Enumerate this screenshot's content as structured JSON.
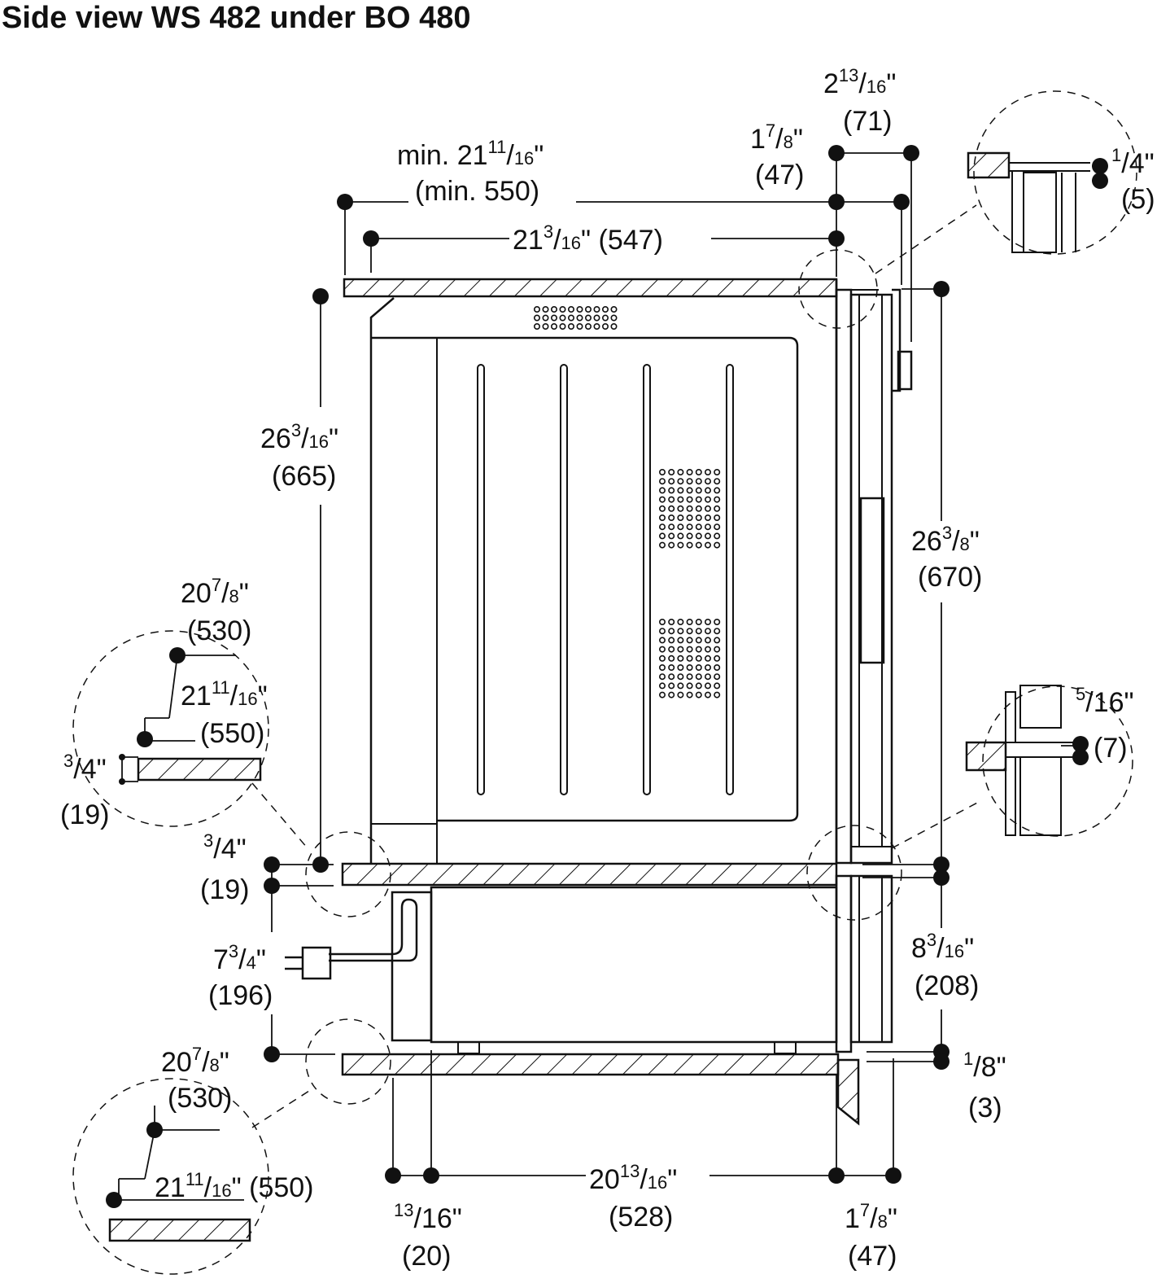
{
  "title": "Side view WS 482 under BO 480",
  "dimensions": {
    "top_min_depth": {
      "prefix": "min. ",
      "whole": "21",
      "num": "11",
      "den": "16",
      "mm": "(min. 550)"
    },
    "top_depth": {
      "whole": "21",
      "num": "3",
      "den": "16",
      "mm": "(547)"
    },
    "front_offset": {
      "whole": "1",
      "num": "7",
      "den": "8",
      "mm": "(47)"
    },
    "front_offset_total": {
      "whole": "2",
      "num": "13",
      "den": "16",
      "mm": "(71)"
    },
    "top_gap": {
      "whole": "",
      "num": "1",
      "den": "4",
      "mm": "(5)"
    },
    "oven_height": {
      "whole": "26",
      "num": "3",
      "den": "16",
      "mm": "(665)"
    },
    "front_height": {
      "whole": "26",
      "num": "3",
      "den": "8",
      "mm": "(670)"
    },
    "detail1_depth_a": {
      "whole": "20",
      "num": "7",
      "den": "8",
      "mm": "(530)"
    },
    "detail1_depth_b": {
      "whole": "21",
      "num": "11",
      "den": "16",
      "mm": "(550)"
    },
    "detail1_thick": {
      "whole": "",
      "num": "3",
      "den": "4",
      "mm": "(19)"
    },
    "shelf_thick": {
      "whole": "",
      "num": "3",
      "den": "4",
      "mm": "(19)"
    },
    "middle_gap": {
      "whole": "",
      "num": "5",
      "den": "16",
      "mm": "(7)"
    },
    "drawer_height": {
      "whole": "7",
      "num": "3",
      "den": "4",
      "mm": "(196)"
    },
    "drawer_front_height": {
      "whole": "8",
      "num": "3",
      "den": "16",
      "mm": "(208)"
    },
    "bottom_gap": {
      "whole": "",
      "num": "1",
      "den": "8",
      "mm": "(3)"
    },
    "detail2_depth_a": {
      "whole": "20",
      "num": "7",
      "den": "8",
      "mm": "(530)"
    },
    "detail2_depth_b": {
      "whole": "21",
      "num": "11",
      "den": "16",
      "mm": "(550)"
    },
    "bottom_offset": {
      "whole": "",
      "num": "13",
      "den": "16",
      "mm": "(20)"
    },
    "drawer_depth": {
      "whole": "20",
      "num": "13",
      "den": "16",
      "mm": "(528)"
    },
    "bottom_front": {
      "whole": "1",
      "num": "7",
      "den": "8",
      "mm": "(47)"
    }
  }
}
